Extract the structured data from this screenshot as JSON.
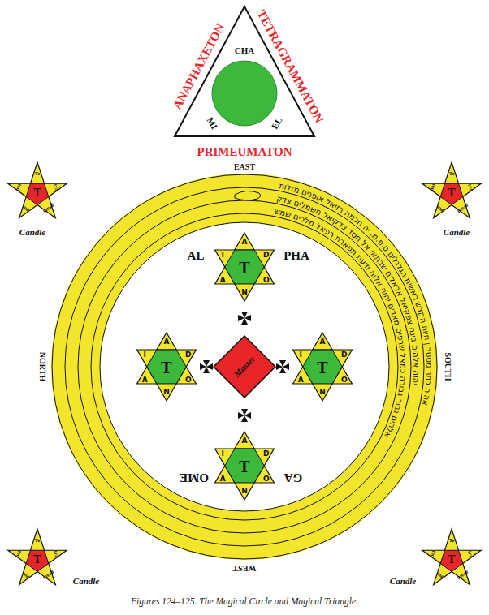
{
  "diagram": {
    "caption": "Figures 124–125. The Magical Circle and Magical Triangle.",
    "nodes": [
      {
        "text": [
          "ANAPHAXETON",
          "TETRAGRAMMATON",
          "PRIMEUMATON",
          "CHA",
          "EL",
          "MI"
        ]
      },
      {
        "text": [
          "T",
          "Te",
          "tra",
          "gram",
          "ma",
          "ton",
          "Candle"
        ]
      },
      {
        "text": [
          "T",
          "Te",
          "tra",
          "gram",
          "ma",
          "ton",
          "Candle"
        ]
      },
      {
        "text": [
          "אהיה כתר מטטרון חיות הקדש ראשית הגלגלים ס.פ.מ. יה חכמה רזיאל אופנים מזלות",
          "יהוה אלהים בינה צפקיאל אראלים שבתאי אל חסד צדקיאל חשמלים צדק",
          "אלהים גבור גבורה כמאל שרפים מאדים יהוה אלוה ודעת תפארת רפאל מלכים שמש"
        ]
      },
      {
        "text": [
          "AL",
          "PHA",
          "T",
          "A",
          "D",
          "O",
          "N",
          "A",
          "I"
        ],
        "in": 3
      },
      {
        "text": [
          "T",
          "A",
          "D",
          "O",
          "N",
          "A",
          "I"
        ],
        "in": 3
      },
      {
        "text": [
          "Master"
        ],
        "in": 3
      },
      {
        "text": [
          "T",
          "A",
          "D",
          "O",
          "N",
          "A",
          "I"
        ],
        "in": 3
      },
      {
        "text": [
          "OME",
          "GA",
          "T",
          "A",
          "D",
          "O",
          "N",
          "A",
          "I"
        ],
        "in": 3
      },
      {
        "text": [
          "T",
          "Te",
          "tra",
          "gram",
          "ma",
          "ton",
          "Candle"
        ]
      },
      {
        "text": [
          "T",
          "Te",
          "tra",
          "gram",
          "ma",
          "ton",
          "Candle"
        ]
      }
    ],
    "labels": [
      "EAST",
      "NORTH",
      "SOUTH",
      "WEST"
    ]
  }
}
